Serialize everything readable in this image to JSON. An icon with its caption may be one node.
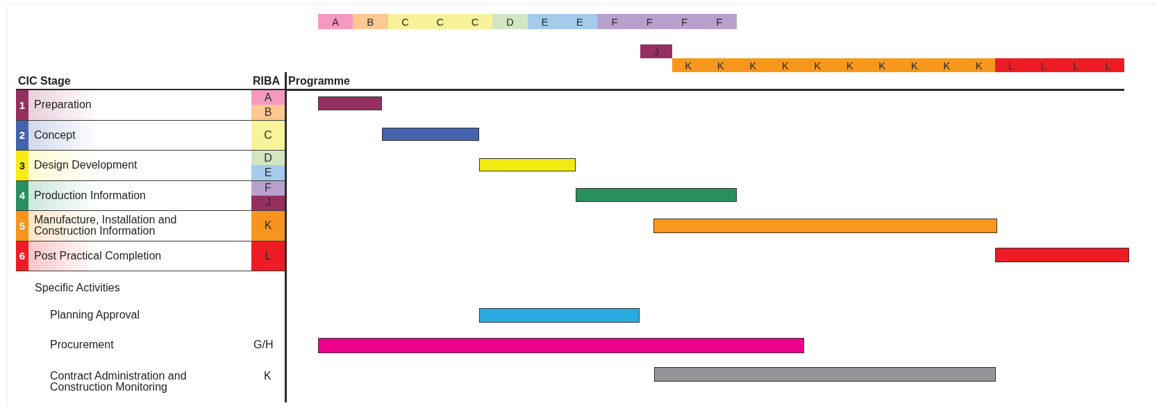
{
  "diagram": {
    "nodes": [
      {
        "text": [
          "A"
        ]
      },
      {
        "text": [
          "B"
        ]
      },
      {
        "text": [
          "C"
        ]
      },
      {
        "text": [
          "C"
        ]
      },
      {
        "text": [
          "C"
        ]
      },
      {
        "text": [
          "D"
        ]
      },
      {
        "text": [
          "E"
        ]
      },
      {
        "text": [
          "E"
        ]
      },
      {
        "text": [
          "F"
        ]
      },
      {
        "text": [
          "F"
        ]
      },
      {
        "text": [
          "F"
        ]
      },
      {
        "text": [
          "F"
        ]
      },
      {
        "text": [
          "J"
        ]
      },
      {
        "text": [
          "K"
        ]
      },
      {
        "text": [
          "K"
        ]
      },
      {
        "text": [
          "K"
        ]
      },
      {
        "text": [
          "K"
        ]
      },
      {
        "text": [
          "K"
        ]
      },
      {
        "text": [
          "K"
        ]
      },
      {
        "text": [
          "K"
        ]
      },
      {
        "text": [
          "K"
        ]
      },
      {
        "text": [
          "K"
        ]
      },
      {
        "text": [
          "K"
        ]
      },
      {
        "text": [
          "L"
        ]
      },
      {
        "text": [
          "L"
        ]
      },
      {
        "text": [
          "L"
        ]
      },
      {
        "text": [
          "L"
        ]
      },
      {
        "text": [
          "1",
          "Preparation"
        ]
      },
      {
        "text": [
          "A"
        ]
      },
      {
        "text": [
          "B"
        ]
      },
      {
        "text": [
          "2",
          "Concept"
        ]
      },
      {
        "text": [
          "C"
        ]
      },
      {
        "text": [
          "3",
          "Design Development"
        ]
      },
      {
        "text": [
          "D"
        ]
      },
      {
        "text": [
          "E"
        ]
      },
      {
        "text": [
          "4",
          "Production Information"
        ]
      },
      {
        "text": [
          "F"
        ]
      },
      {
        "text": [
          "J"
        ]
      },
      {
        "text": [
          "5",
          "Manufacture, Installation and Construction Information"
        ]
      },
      {
        "text": [
          "K"
        ]
      },
      {
        "text": [
          "6",
          "Post Practical Completion"
        ]
      },
      {
        "text": [
          "L"
        ]
      },
      {
        "text": [],
        "shape": "bar"
      },
      {
        "text": [],
        "shape": "bar"
      },
      {
        "text": [],
        "shape": "bar"
      },
      {
        "text": [],
        "shape": "bar"
      },
      {
        "text": [],
        "shape": "bar"
      },
      {
        "text": [],
        "shape": "bar"
      },
      {
        "text": [],
        "shape": "bar"
      },
      {
        "text": [],
        "shape": "bar"
      },
      {
        "text": [],
        "shape": "bar"
      }
    ],
    "labels": [
      "CIC Stage",
      "RIBA",
      "Programme",
      "Specific Activities",
      "Planning Approval",
      "Procurement",
      "G/H",
      "Contract Administration and Construction Monitoring",
      "K"
    ]
  }
}
